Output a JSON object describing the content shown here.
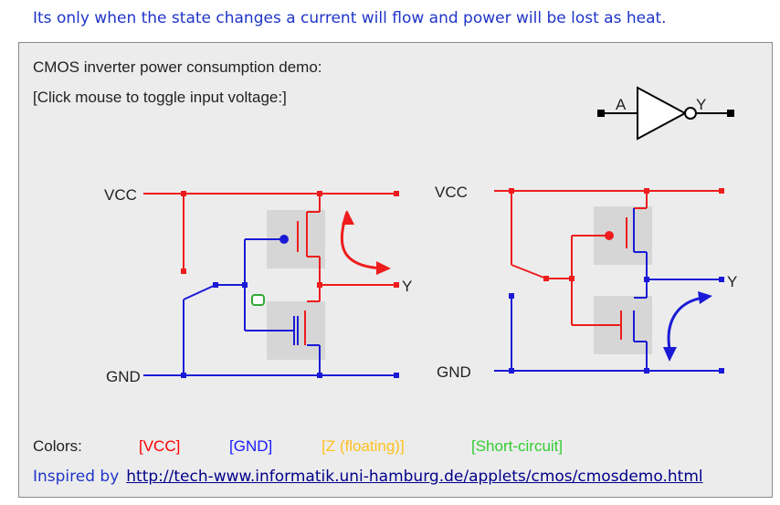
{
  "caption": "Its only when the state changes a current will flow and power will be lost as heat.",
  "panel": {
    "title": "CMOS inverter power consumption demo:",
    "instruction": "[Click mouse to toggle input voltage:]"
  },
  "symbol": {
    "input_label": "A",
    "output_label": "Y"
  },
  "left_circuit": {
    "vcc_label": "VCC",
    "gnd_label": "GND",
    "output_label": "Y"
  },
  "right_circuit": {
    "vcc_label": "VCC",
    "gnd_label": "GND",
    "output_label": "Y"
  },
  "legend": {
    "label": "Colors:",
    "items": [
      {
        "text": "[VCC]",
        "color": "#ff0000"
      },
      {
        "text": "[GND]",
        "color": "#1a1aff"
      },
      {
        "text": "[Z (floating)]",
        "color": "#ffc020"
      },
      {
        "text": "[Short-circuit]",
        "color": "#33cc33"
      }
    ]
  },
  "credit": {
    "prefix": "Inspired by",
    "link": "http://tech-www.informatik.uni-hamburg.de/applets/cmos/cmosdemo.html"
  },
  "colors": {
    "vcc": "#ee1c1c",
    "gnd": "#1a1ad6",
    "short": "#33aa33",
    "transistor_bg": "#d4d4d4",
    "caption": "#1f35c8"
  }
}
